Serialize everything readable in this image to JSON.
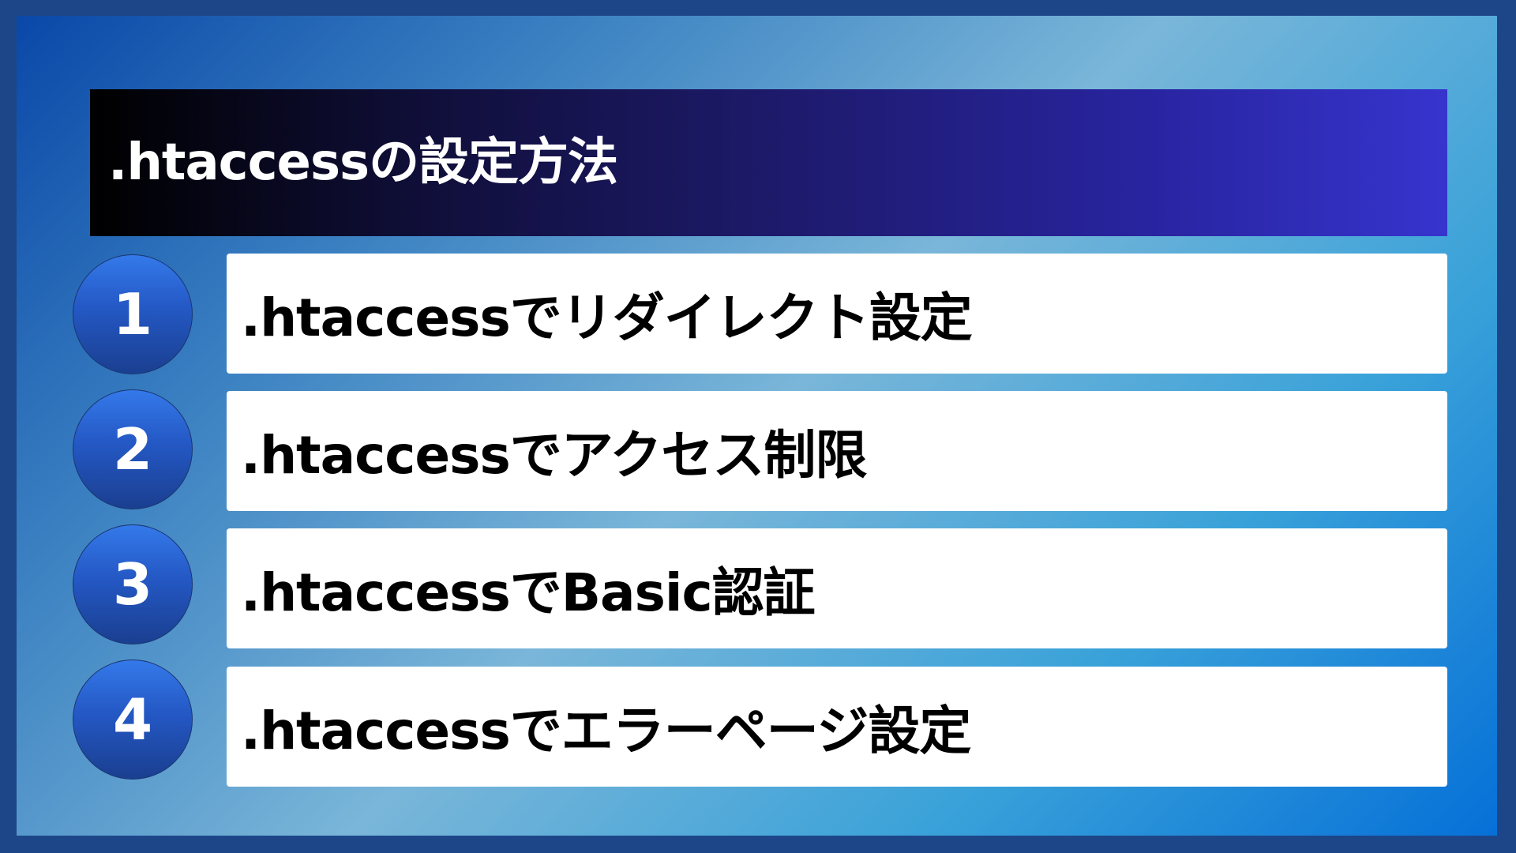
{
  "slide": {
    "title": ".htaccessの設定方法",
    "colors": {
      "outer_border": "#1d4689",
      "header_start": "#000000",
      "header_end": "#3634cd",
      "circle_top": "#3479ea",
      "circle_bottom": "#1a3f90",
      "card_bg": "#ffffff",
      "text_dark": "#000000",
      "text_light": "#ffffff"
    },
    "steps": [
      {
        "number": "1",
        "label": ".htaccessでリダイレクト設定"
      },
      {
        "number": "2",
        "label": ".htaccessでアクセス制限"
      },
      {
        "number": "3",
        "label": ".htaccessでBasic認証"
      },
      {
        "number": "4",
        "label": ".htaccessでエラーページ設定"
      }
    ]
  }
}
